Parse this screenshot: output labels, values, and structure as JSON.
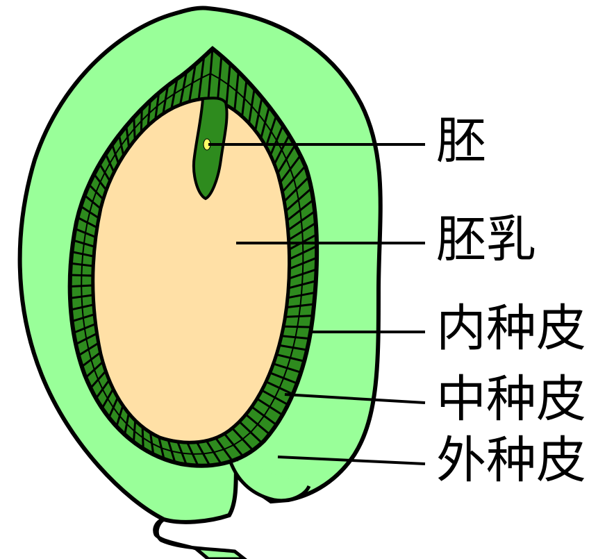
{
  "labels": {
    "embryo": "胚",
    "endosperm": "胚乳",
    "inner_seed_coat": "内种皮",
    "middle_seed_coat": "中种皮",
    "outer_seed_coat": "外种皮"
  },
  "colors": {
    "outer_seed_coat": "#99ff99",
    "inner_layer": "#2e8b1e",
    "inner_layer_dark": "#1a5e10",
    "endosperm": "#ffe0a6",
    "embryo": "#2e8b1e",
    "embryo_dot": "#ffff66",
    "outline": "#000000"
  }
}
